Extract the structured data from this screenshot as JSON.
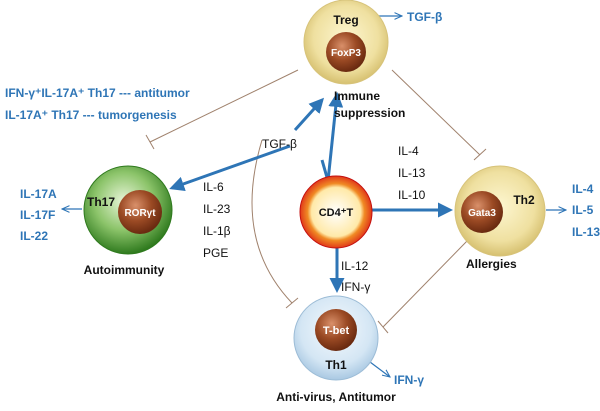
{
  "colors": {
    "accent_blue": "#2e75b6",
    "inhibit_line": "#a0826d",
    "treg_outer": "#e9d98c",
    "th17_outer": "#3f8f2a",
    "cd4_ring": "#e11d1d",
    "th1_outer": "#c9dff0",
    "nucleus": "#8b3e1f"
  },
  "nodes": {
    "treg": {
      "name": "Treg",
      "tf": "FoxP3",
      "caption": "Immune",
      "caption2": "suppression",
      "cytokine": "TGF-β"
    },
    "th17": {
      "name": "Th17",
      "tf": "RORγt",
      "caption": "Autoimmunity",
      "cytokines": [
        "IL-17A",
        "IL-17F",
        "IL-22"
      ]
    },
    "cd4": {
      "name": "CD4⁺T"
    },
    "th2": {
      "name": "Th2",
      "tf": "Gata3",
      "caption": "Allergies",
      "cytokines": [
        "IL-4",
        "IL-5",
        "IL-13"
      ]
    },
    "th1": {
      "name": "Th1",
      "tf": "T-bet",
      "caption": "Anti-virus, Antitumor",
      "cytokine": "IFN-γ"
    }
  },
  "inducers": {
    "to_treg": "TGF-β",
    "to_th17": [
      "IL-6",
      "IL-23",
      "IL-1β",
      "PGE"
    ],
    "to_th2": [
      "IL-4",
      "IL-13",
      "IL-10"
    ],
    "to_th1": [
      "IL-12",
      "IFN-γ"
    ]
  },
  "annotations": {
    "line1": "IFN-γ⁺IL-17A⁺  Th17 --- antitumor",
    "line2": "IL-17A⁺ Th17 --- tumorgenesis"
  }
}
